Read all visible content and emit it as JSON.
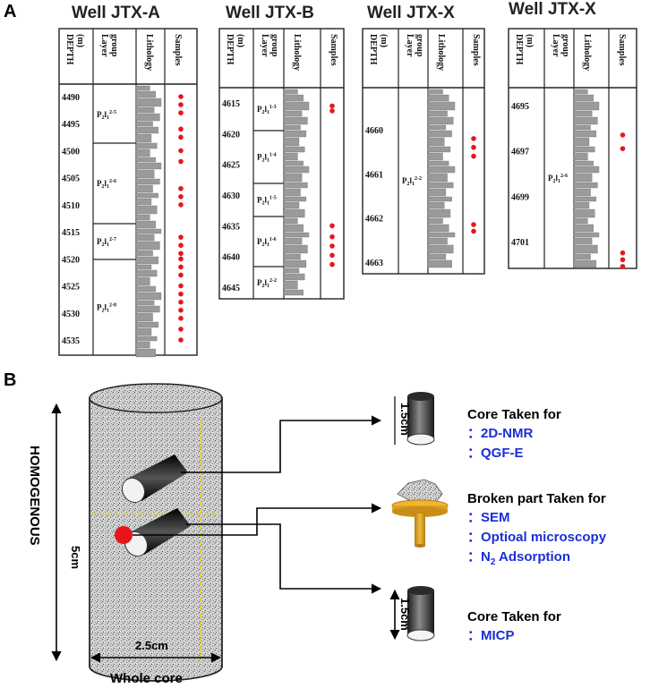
{
  "panel_a_label": "A",
  "panel_b_label": "B",
  "column_headers": {
    "depth": "DEPTH",
    "depth_unit": "(m)",
    "layer_line1": "Layer",
    "layer_line2": "group",
    "lithology": "Lithology",
    "samples": "Samples"
  },
  "wells": [
    {
      "title": "Well JTX-A",
      "depths": [
        "4490",
        "4495",
        "4500",
        "4505",
        "4510",
        "4515",
        "4520",
        "4525",
        "4530",
        "4535"
      ],
      "groups": [
        {
          "base": "P",
          "sub1": "2",
          "l": "l",
          "sub2": "1",
          "sup": "2-5"
        },
        {
          "base": "P",
          "sub1": "2",
          "l": "l",
          "sub2": "1",
          "sup": "2-6"
        },
        {
          "base": "P",
          "sub1": "2",
          "l": "l",
          "sub2": "1",
          "sup": "2-7"
        },
        {
          "base": "P",
          "sub1": "2",
          "l": "l",
          "sub2": "1",
          "sup": "2-8"
        }
      ],
      "sample_depths": [
        4490,
        4491.5,
        4493,
        4496,
        4497.5,
        4500,
        4502,
        4507,
        4508.5,
        4510,
        4516,
        4517.5,
        4519,
        4520,
        4521.5,
        4523,
        4525,
        4526.5,
        4528,
        4529.5,
        4531,
        4533,
        4535
      ]
    },
    {
      "title": "Well JTX-B",
      "depths": [
        "4615",
        "4620",
        "4625",
        "4630",
        "4635",
        "4640",
        "4645"
      ],
      "groups": [
        {
          "base": "P",
          "sub1": "2",
          "l": "l",
          "sub2": "1",
          "sup": "1-3"
        },
        {
          "base": "P",
          "sub1": "2",
          "l": "l",
          "sub2": "1",
          "sup": "1-4"
        },
        {
          "base": "P",
          "sub1": "2",
          "l": "l",
          "sub2": "1",
          "sup": "1-5"
        },
        {
          "base": "P",
          "sub1": "2",
          "l": "l",
          "sub2": "1",
          "sup": "1-6"
        },
        {
          "base": "P",
          "sub1": "2",
          "l": "l",
          "sub2": "1",
          "sup": "2-2"
        }
      ],
      "sample_depths": [
        4615.5,
        4616.3,
        4635,
        4636.8,
        4638.3,
        4639.8,
        4641.3
      ]
    },
    {
      "title": "Well JTX-X",
      "depths": [
        "4660",
        "4661",
        "4662",
        "4663"
      ],
      "groups": [
        {
          "base": "P",
          "sub1": "2",
          "l": "l",
          "sub2": "1",
          "sup": "2-2"
        }
      ],
      "sample_depths": [
        4660.2,
        4660.4,
        4660.6,
        4662.15,
        4662.3
      ]
    },
    {
      "title": "Well JTX-X",
      "depths": [
        "4695",
        "4697",
        "4699",
        "4701"
      ],
      "groups": [
        {
          "base": "P",
          "sub1": "2",
          "l": "l",
          "sub2": "1",
          "sup": "2-6"
        }
      ],
      "sample_depths": [
        4696.3,
        4696.9,
        4701.5,
        4701.8,
        4702.1
      ]
    }
  ],
  "core": {
    "height_label": "5cm",
    "width_label": "2.5cm",
    "side_label": "HOMOGENOUS",
    "bottom_label": "Whole core"
  },
  "outputs": [
    {
      "size_label": "1.5cm",
      "heading": "Core Taken for",
      "items": [
        "：2D-NMR",
        "：QGF-E"
      ]
    },
    {
      "heading": "Broken part Taken for",
      "items": [
        "：SEM",
        "：Optioal microscopy"
      ],
      "n2_prefix": "：N",
      "n2_sub": "2",
      "n2_suffix": " Adsorption"
    },
    {
      "size_label": "1.5cm",
      "heading": "Core Taken for",
      "items": [
        "：MICP"
      ]
    }
  ],
  "colors": {
    "sample_dot": "#e8161b",
    "blue_text": "#1a2fd6",
    "lithology": "#9a9a9a",
    "stub": "#d9a12b",
    "dashed": "#e6d21a"
  }
}
